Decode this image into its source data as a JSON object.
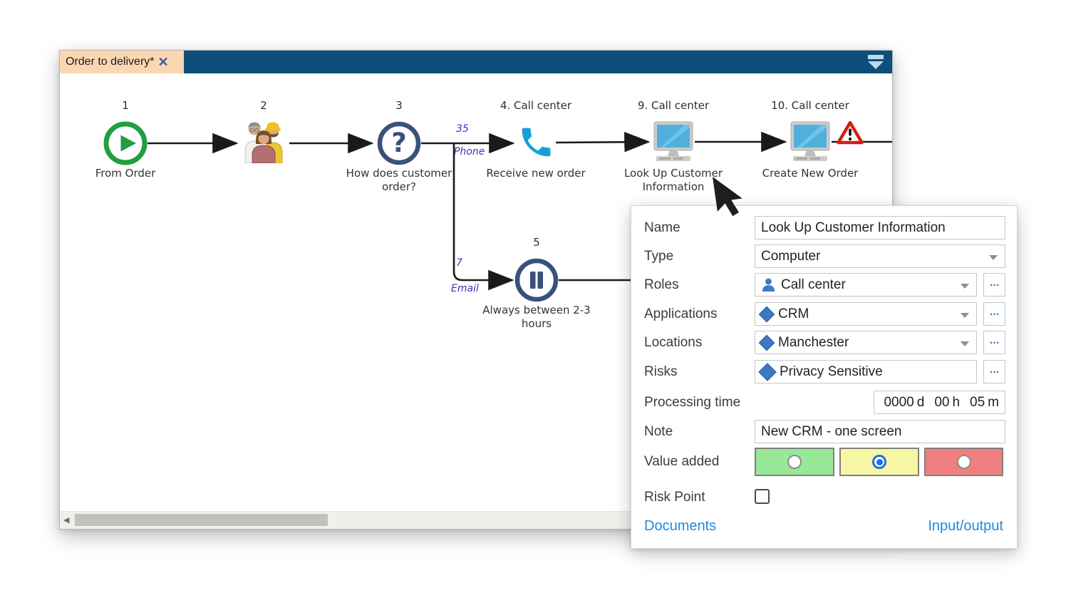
{
  "window": {
    "tab": {
      "title": "Order to delivery*"
    },
    "icons": {
      "close_glyph": "✕",
      "scroll_left_glyph": "◀"
    }
  },
  "diagram": {
    "question_glyph": "?",
    "steps": [
      {
        "number": "1",
        "label": "From Order",
        "icon": "start-icon"
      },
      {
        "number": "2",
        "label": "",
        "icon": "people-icon"
      },
      {
        "number": "3",
        "label": "How does customer order?",
        "icon": "question-icon"
      },
      {
        "number": "4. Call center",
        "label": "Receive new order",
        "icon": "phone-icon"
      },
      {
        "number": "9. Call center",
        "label": "Look Up Customer Information",
        "icon": "computer-icon"
      },
      {
        "number": "10. Call center",
        "label": "Create New Order",
        "icon": "computer-icon-warning"
      },
      {
        "number": "5",
        "label": "Always between 2-3 hours",
        "icon": "pause-icon"
      }
    ],
    "branches": [
      {
        "count": "35",
        "channel": "Phone"
      },
      {
        "count": "7",
        "channel": "Email"
      }
    ]
  },
  "panel": {
    "more_label": "...",
    "fields": {
      "name": {
        "label": "Name",
        "value": "Look Up Customer Information"
      },
      "type": {
        "label": "Type",
        "value": "Computer"
      },
      "roles": {
        "label": "Roles",
        "value": "Call center"
      },
      "applications": {
        "label": "Applications",
        "value": "CRM"
      },
      "locations": {
        "label": "Locations",
        "value": "Manchester"
      },
      "risks": {
        "label": "Risks",
        "value": "Privacy Sensitive"
      },
      "processing_time": {
        "label": "Processing time",
        "days": "0000",
        "days_unit": "d",
        "hours": "00",
        "hours_unit": "h",
        "minutes": "05",
        "minutes_unit": "m"
      },
      "note": {
        "label": "Note",
        "value": "New CRM - one screen"
      },
      "value_added": {
        "label": "Value added",
        "selected": "yellow"
      },
      "risk_point": {
        "label": "Risk Point",
        "checked": false
      }
    },
    "links": {
      "documents": "Documents",
      "input_output": "Input/output"
    }
  },
  "colors": {
    "titlebar": "#0d4f79",
    "tab_bg": "#fad7b2",
    "link": "#2389da",
    "accent_blue": "#3e78be",
    "flow_navy": "#39517e",
    "start_green": "#219e41",
    "phone_blue": "#17a0d5",
    "warning_red": "#d21e14",
    "branch_label": "#3434bc",
    "value_green": "#97e897",
    "value_yellow": "#f7f7a3",
    "value_red": "#f08080",
    "radio_selected": "#1b6fe8"
  }
}
